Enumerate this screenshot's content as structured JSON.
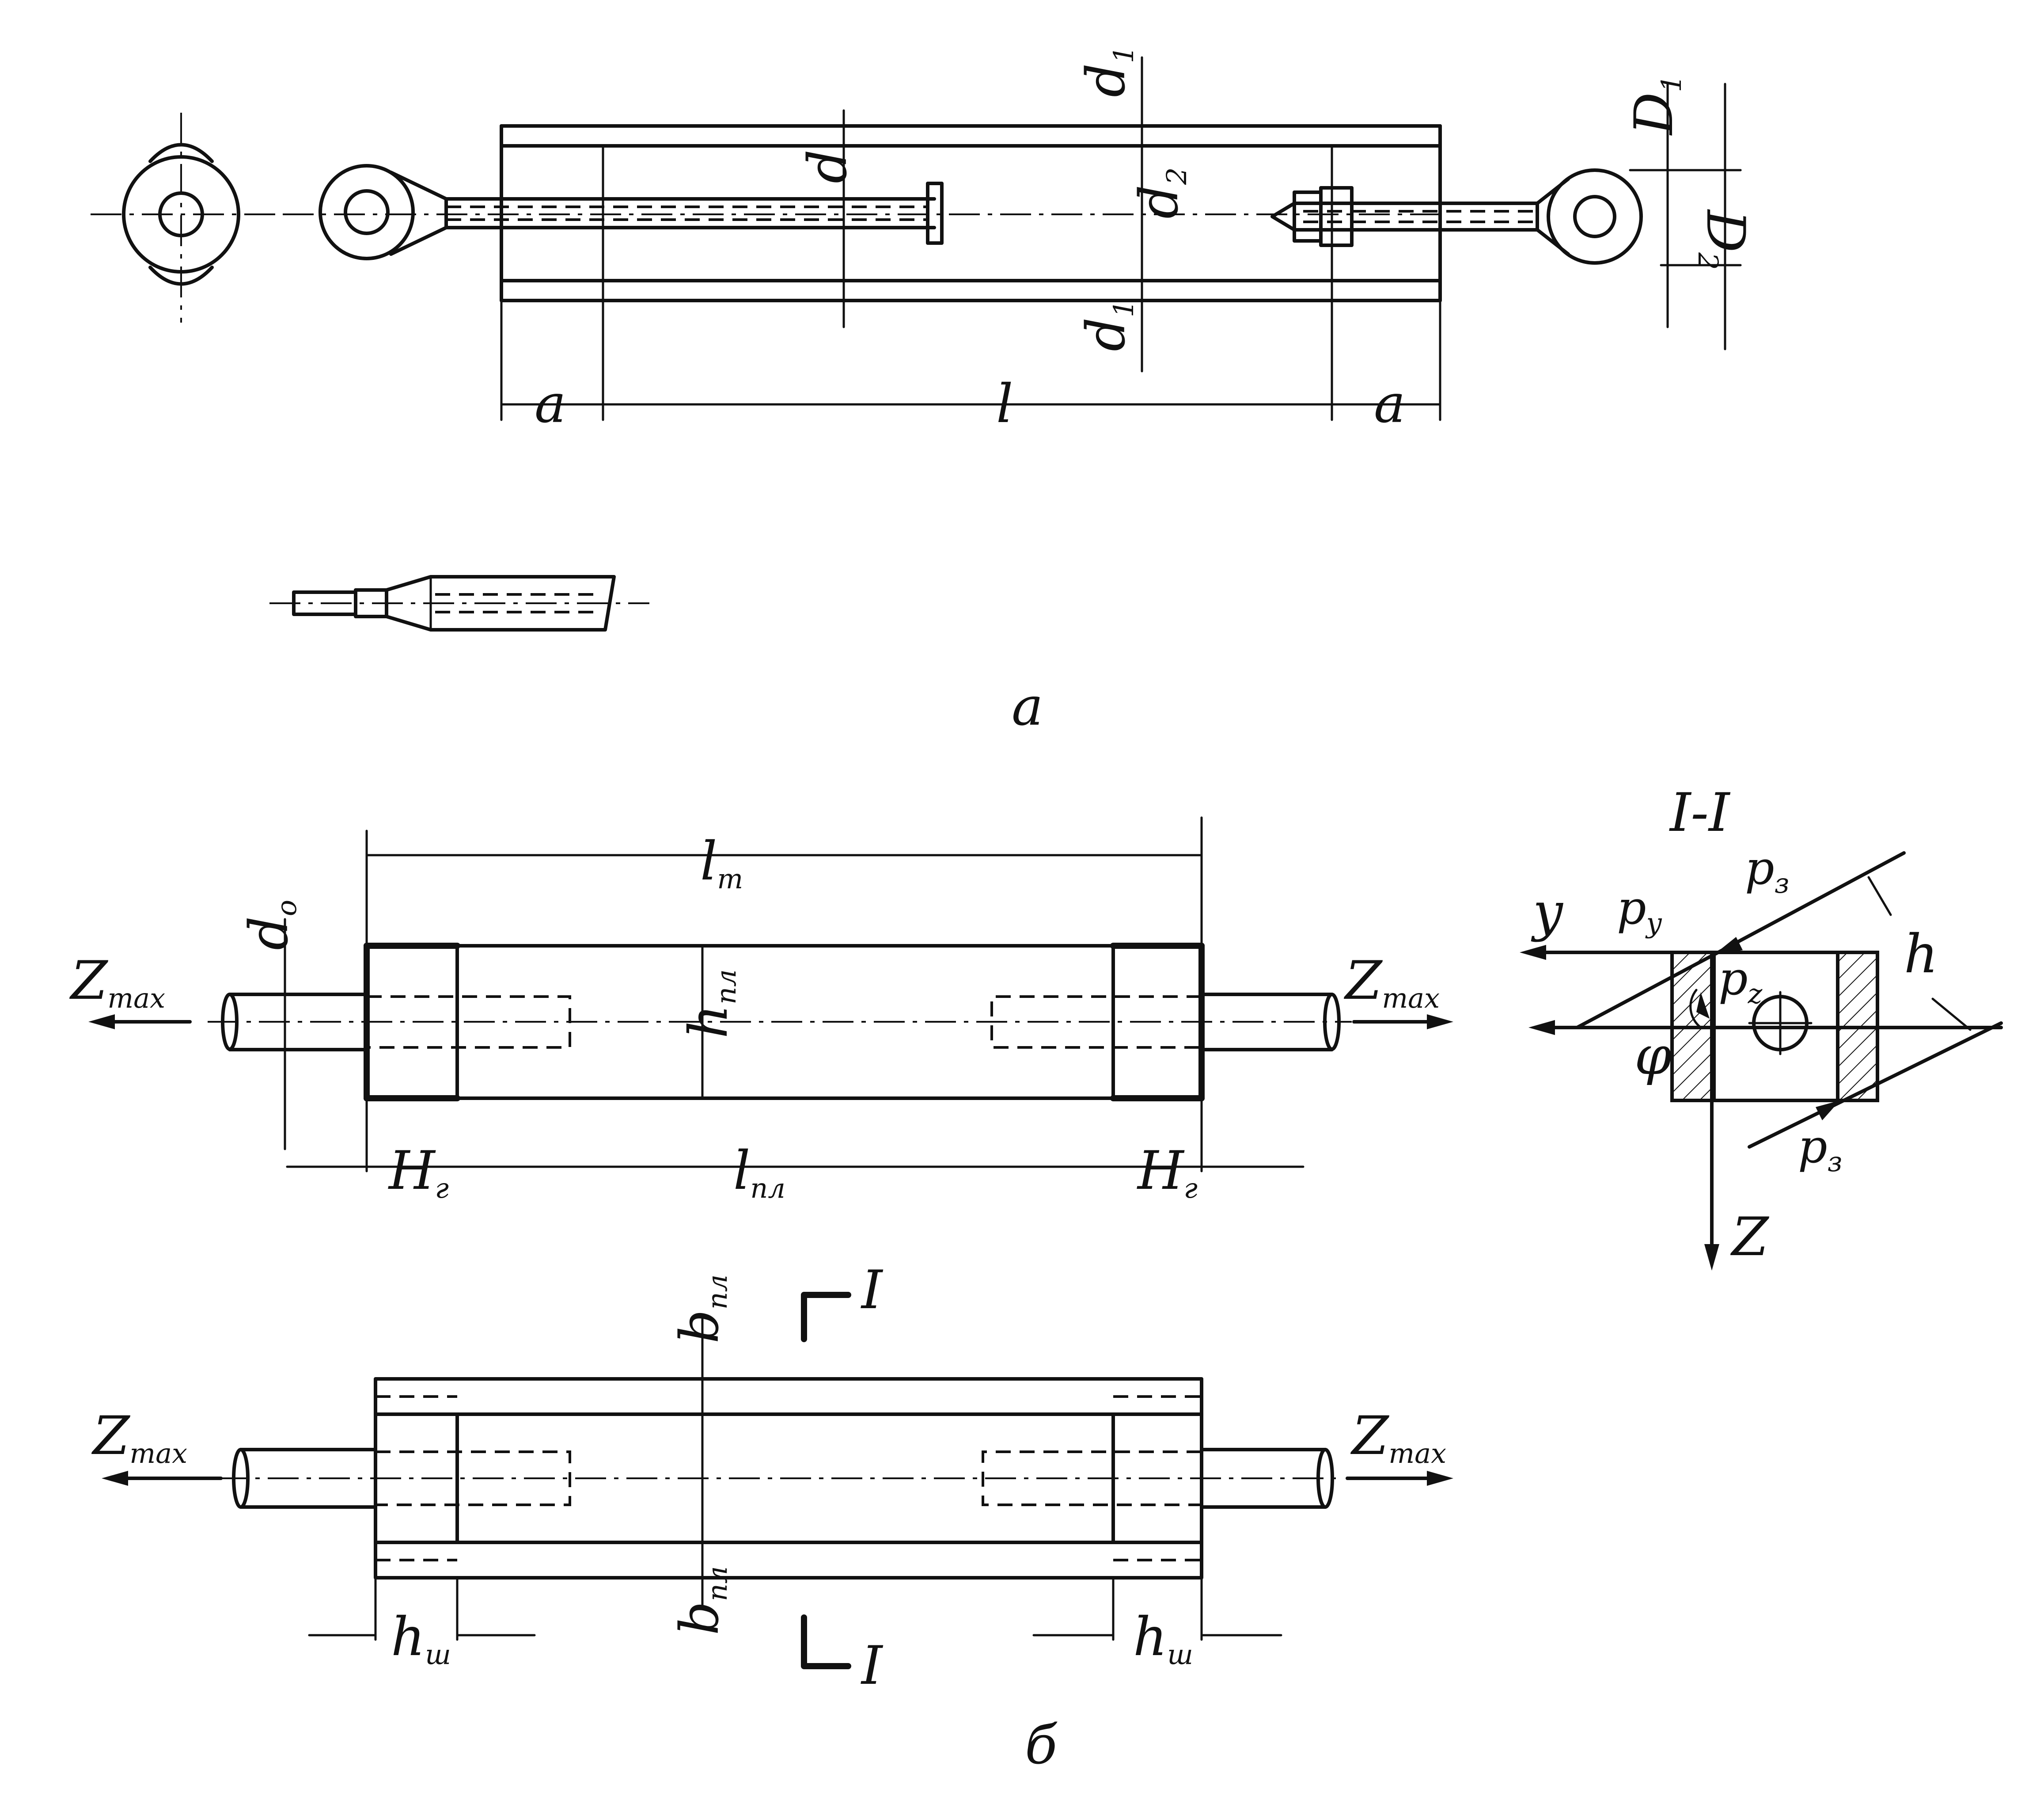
{
  "panel_a": {
    "caption": "a",
    "dimensions": {
      "d1_top": "d",
      "d1_top_sub": "1",
      "d": "d",
      "d2": "d",
      "d2_sub": "2",
      "d1_bottom": "d",
      "d1_bottom_sub": "1",
      "D1": "D",
      "D1_sub": "1",
      "D2": "D",
      "D2_sub": "2",
      "a_left": "a",
      "l": "l",
      "a_right": "a"
    }
  },
  "panel_b": {
    "caption": "б",
    "upper": {
      "lt": "l",
      "lt_sub": "т",
      "d0": "d",
      "d0_sub": "o",
      "hpl": "h",
      "hpl_sub": "пл",
      "Hg_left": "H",
      "Hg_left_sub": "г",
      "lpl": "l",
      "lpl_sub": "пл",
      "Hg_right": "H",
      "Hg_right_sub": "г",
      "zmax_left": "Z",
      "zmax_left_sub": "max",
      "zmax_right": "Z",
      "zmax_right_sub": "max"
    },
    "lower": {
      "section_top": "I",
      "section_bottom": "I",
      "bpl_top": "b",
      "bpl_top_sub": "пл",
      "bpl_bottom": "b",
      "bpl_bottom_sub": "пл",
      "hsh_left": "h",
      "hsh_left_sub": "ш",
      "hsh_right": "h",
      "hsh_right_sub": "ш",
      "zmax_left": "Z",
      "zmax_left_sub": "max",
      "zmax_right": "Z",
      "zmax_right_sub": "max"
    }
  },
  "section_view": {
    "title": "I-I",
    "y": "y",
    "py": "p",
    "py_sub": "y",
    "pz": "p",
    "pz_sub": "z",
    "p3_top": "p",
    "p3_top_sub": "з",
    "p3_bottom": "p",
    "p3_bottom_sub": "з",
    "phi": "φ",
    "h": "h",
    "z": "Z"
  }
}
